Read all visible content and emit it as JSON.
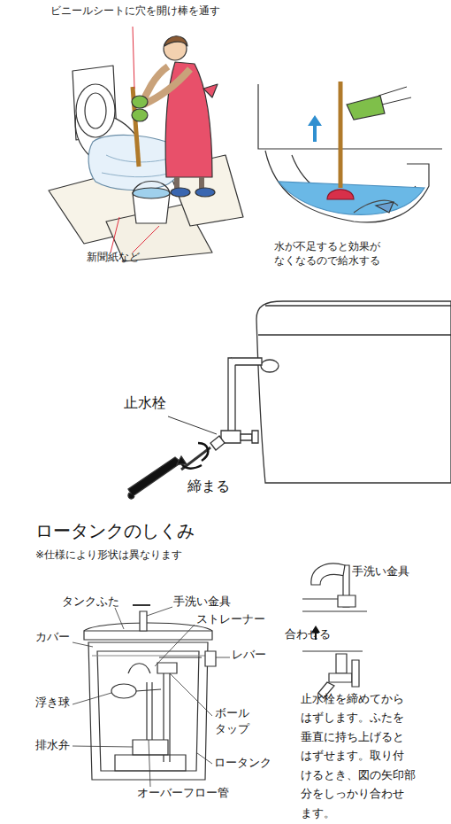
{
  "diagram": {
    "labels": [
      "ビニールシートに穴を開け棒を通す",
      "新聞紙など",
      "水が不足すると効果が なくなるので給水する",
      "止水栓",
      "締まる",
      "ロータンクのしくみ",
      "※仕様により形状は異なります",
      "タンクふた",
      "手洗い金具",
      "ストレーナー",
      "カバー",
      "レバー",
      "浮き球",
      "ボール タップ",
      "排水弁",
      "ロータンク",
      "オーバーフロー管",
      "手洗い金具",
      "合わせる",
      "止水栓を締めてから はずします。ふたを 垂直に持ち上げると はずせます。取り付 けるとき、図の矢印部 分をしっかり合わせ ます。"
    ]
  }
}
